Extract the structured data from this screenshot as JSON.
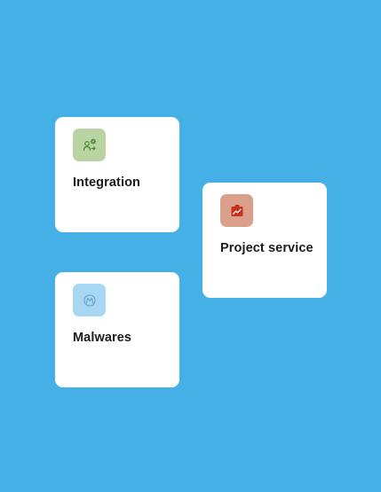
{
  "colors": {
    "background": "#45b0e6",
    "card": "#ffffff",
    "text": "#1c1c1c"
  },
  "cards": [
    {
      "label": "Integration",
      "icon": "users-gear-icon",
      "tile_color": "#b9d4a2",
      "icon_color": "#4e8a34"
    },
    {
      "label": "Project service",
      "icon": "chart-board-icon",
      "tile_color": "#dba08c",
      "icon_color": "#c6321f"
    },
    {
      "label": "Malwares",
      "icon": "malware-icon",
      "tile_color": "#a7d7f2",
      "icon_color": "#6ba9cc"
    }
  ]
}
